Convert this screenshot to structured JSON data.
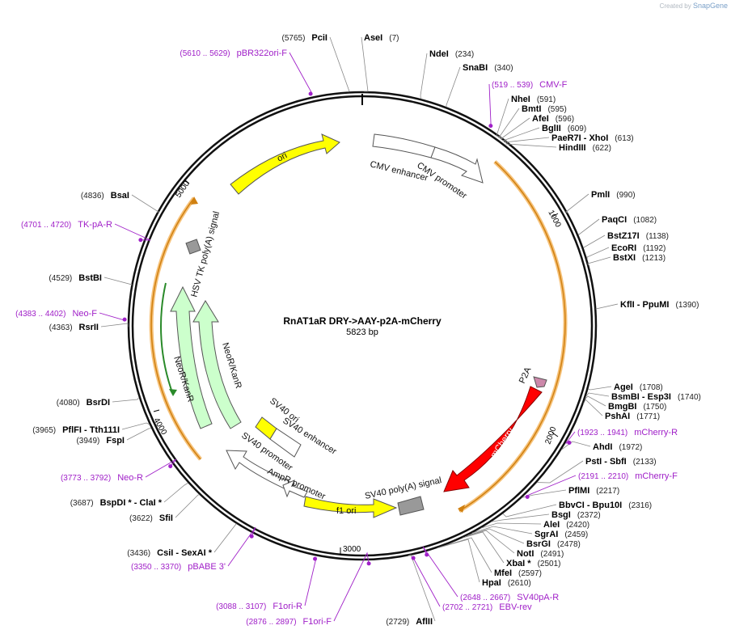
{
  "header": {
    "created_by": "Created by",
    "brand": "SnapGene"
  },
  "plasmid": {
    "name": "RnAT1aR DRY->AAY-p2A-mCherry",
    "length": 5823,
    "length_label": "5823 bp",
    "ticks": [
      "1000",
      "2000",
      "3000",
      "4000",
      "5000"
    ]
  },
  "colors": {
    "yellow": "#ffff00",
    "red": "#ff0000",
    "green_light": "#ccffcc",
    "white": "#ffffff",
    "grey": "#999999",
    "pink": "#cc88aa",
    "primer": "#a020c8",
    "orange": "#f0a020"
  },
  "enzymes": [
    {
      "name": "PciI",
      "pos": "(5765)",
      "bp": 5765
    },
    {
      "name": "AseI",
      "pos": "(7)",
      "bp": 7
    },
    {
      "name": "NdeI",
      "pos": "(234)",
      "bp": 234
    },
    {
      "name": "SnaBI",
      "pos": "(340)",
      "bp": 340
    },
    {
      "name": "NheI",
      "pos": "(591)",
      "bp": 591
    },
    {
      "name": "BmtI",
      "pos": "(595)",
      "bp": 595
    },
    {
      "name": "AfeI",
      "pos": "(596)",
      "bp": 596
    },
    {
      "name": "BglII",
      "pos": "(609)",
      "bp": 609
    },
    {
      "name": "PaeR7I - XhoI",
      "pos": "(613)",
      "bp": 613
    },
    {
      "name": "HindIII",
      "pos": "(622)",
      "bp": 622
    },
    {
      "name": "PmlI",
      "pos": "(990)",
      "bp": 990
    },
    {
      "name": "PaqCI",
      "pos": "(1082)",
      "bp": 1082
    },
    {
      "name": "BstZ17I",
      "pos": "(1138)",
      "bp": 1138
    },
    {
      "name": "EcoRI",
      "pos": "(1192)",
      "bp": 1192
    },
    {
      "name": "BstXI",
      "pos": "(1213)",
      "bp": 1213
    },
    {
      "name": "KflI - PpuMI",
      "pos": "(1390)",
      "bp": 1390
    },
    {
      "name": "AgeI",
      "pos": "(1708)",
      "bp": 1708
    },
    {
      "name": "BsmBI - Esp3I",
      "pos": "(1740)",
      "bp": 1740
    },
    {
      "name": "BmgBI",
      "pos": "(1750)",
      "bp": 1750
    },
    {
      "name": "PshAI",
      "pos": "(1771)",
      "bp": 1771
    },
    {
      "name": "AhdI",
      "pos": "(1972)",
      "bp": 1972
    },
    {
      "name": "PstI - SbfI",
      "pos": "(2133)",
      "bp": 2133
    },
    {
      "name": "PflMI",
      "pos": "(2217)",
      "bp": 2217
    },
    {
      "name": "BbvCI - Bpu10I",
      "pos": "(2316)",
      "bp": 2316
    },
    {
      "name": "BsgI",
      "pos": "(2372)",
      "bp": 2372
    },
    {
      "name": "AleI",
      "pos": "(2420)",
      "bp": 2420
    },
    {
      "name": "SgrAI",
      "pos": "(2459)",
      "bp": 2459
    },
    {
      "name": "BsrGI",
      "pos": "(2478)",
      "bp": 2478
    },
    {
      "name": "NotI",
      "pos": "(2491)",
      "bp": 2491
    },
    {
      "name": "XbaI *",
      "pos": "(2501)",
      "bp": 2501
    },
    {
      "name": "MfeI",
      "pos": "(2597)",
      "bp": 2597
    },
    {
      "name": "HpaI",
      "pos": "(2610)",
      "bp": 2610
    },
    {
      "name": "AflII",
      "pos": "(2729)",
      "bp": 2729
    },
    {
      "name": "CsiI - SexAI *",
      "pos": "(3436)",
      "bp": 3436
    },
    {
      "name": "SfiI",
      "pos": "(3622)",
      "bp": 3622
    },
    {
      "name": "BspDI * - ClaI *",
      "pos": "(3687)",
      "bp": 3687
    },
    {
      "name": "FspI",
      "pos": "(3949)",
      "bp": 3949
    },
    {
      "name": "PflFI - Tth111I",
      "pos": "(3965)",
      "bp": 3965
    },
    {
      "name": "BsrDI",
      "pos": "(4080)",
      "bp": 4080
    },
    {
      "name": "RsrII",
      "pos": "(4363)",
      "bp": 4363
    },
    {
      "name": "BstBI",
      "pos": "(4529)",
      "bp": 4529
    },
    {
      "name": "BsaI",
      "pos": "(4836)",
      "bp": 4836
    }
  ],
  "primers": [
    {
      "name": "pBR322ori-F",
      "range": "(5610 .. 5629)",
      "bp": 5620
    },
    {
      "name": "CMV-F",
      "range": "(519 .. 539)",
      "bp": 529
    },
    {
      "name": "mCherry-R",
      "range": "(1923 .. 1941)",
      "bp": 1932
    },
    {
      "name": "mCherry-F",
      "range": "(2191 .. 2210)",
      "bp": 2200
    },
    {
      "name": "SV40pA-R",
      "range": "(2648 .. 2667)",
      "bp": 2657
    },
    {
      "name": "EBV-rev",
      "range": "(2702 .. 2721)",
      "bp": 2711
    },
    {
      "name": "F1ori-F",
      "range": "(2876 .. 2897)",
      "bp": 2886
    },
    {
      "name": "F1ori-R",
      "range": "(3088 .. 3107)",
      "bp": 3097
    },
    {
      "name": "pBABE 3'",
      "range": "(3350 .. 3370)",
      "bp": 3360
    },
    {
      "name": "Neo-R",
      "range": "(3773 .. 3792)",
      "bp": 3782
    },
    {
      "name": "Neo-F",
      "range": "(4383 .. 4402)",
      "bp": 4392
    },
    {
      "name": "TK-pA-R",
      "range": "(4701 .. 4720)",
      "bp": 4710
    }
  ],
  "features": {
    "cmv_enhancer": "CMV enhancer",
    "cmv_promoter": "CMV promoter",
    "ori": "ori",
    "hsv_tk": "HSV TK poly(A) signal",
    "neor_outer": "NeoR/KanR",
    "neor_inner": "NeoR/KanR",
    "sv40_ori": "SV40 ori",
    "sv40_enhancer": "SV40 enhancer",
    "sv40_promoter": "SV40 promoter",
    "ampr_promoter": "AmpR promoter",
    "f1_ori": "f1 ori",
    "sv40_polya": "SV40 poly(A) signal",
    "mcherry": "mCherry",
    "p2a": "P2A"
  }
}
